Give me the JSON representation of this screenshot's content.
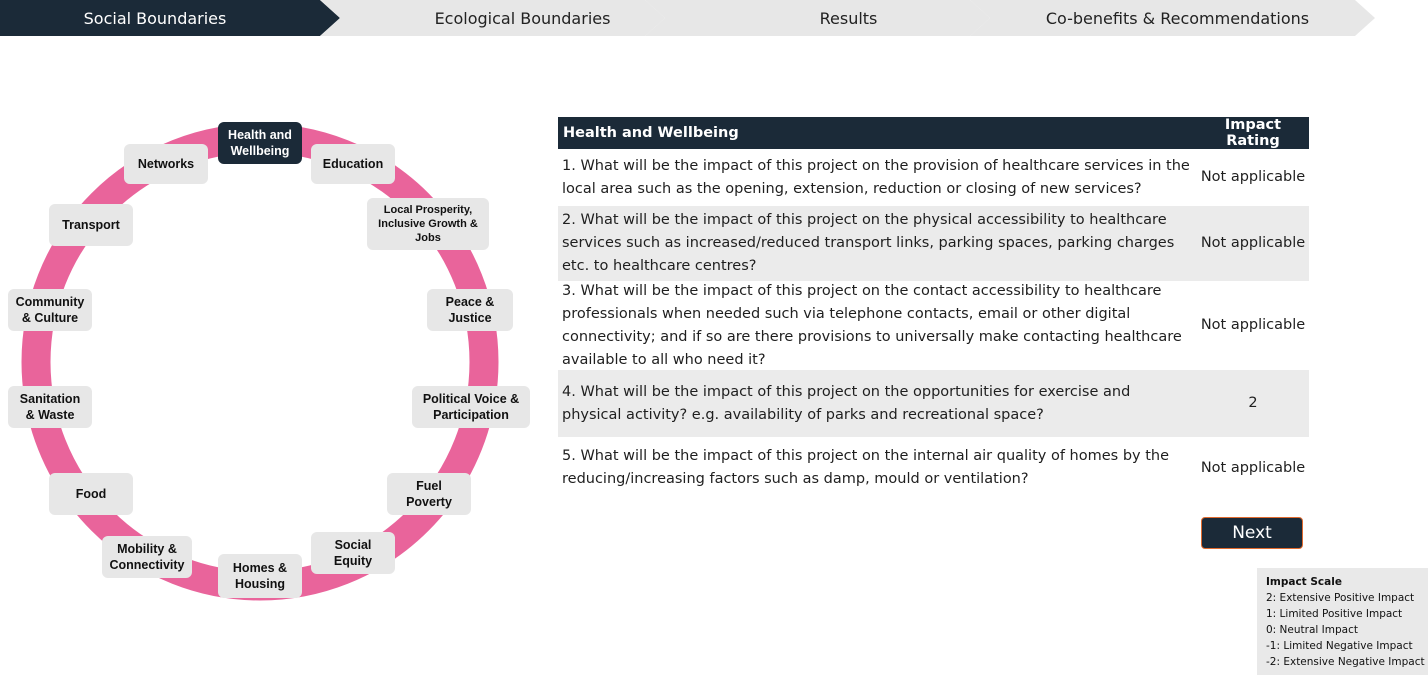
{
  "breadcrumbs": [
    {
      "label": "Social Boundaries",
      "active": true
    },
    {
      "label": "Ecological Boundaries",
      "active": false
    },
    {
      "label": "Results",
      "active": false
    },
    {
      "label": "Co-benefits & Recommendations",
      "active": false
    }
  ],
  "wheel": {
    "ring_color": "#e9649b",
    "active_color": "#1b2a38",
    "nodes": [
      {
        "label": "Health and\nWellbeing",
        "active": true
      },
      {
        "label": "Education"
      },
      {
        "label": "Local Prosperity,\nInclusive Growth &\nJobs"
      },
      {
        "label": "Peace &\nJustice"
      },
      {
        "label": "Political Voice &\nParticipation"
      },
      {
        "label": "Fuel\nPoverty"
      },
      {
        "label": "Social\nEquity"
      },
      {
        "label": "Homes &\nHousing"
      },
      {
        "label": "Mobility &\nConnectivity"
      },
      {
        "label": "Food"
      },
      {
        "label": "Sanitation\n& Waste"
      },
      {
        "label": "Community\n& Culture"
      },
      {
        "label": "Transport"
      },
      {
        "label": "Networks"
      }
    ]
  },
  "table": {
    "header_topic": "Health and Wellbeing",
    "header_rating": "Impact Rating",
    "rows": [
      {
        "question": "1. What will be the impact of this project on the provision of healthcare services in the local area such as the opening, extension, reduction or closing of new services?",
        "rating": "Not applicable"
      },
      {
        "question": "2. What will be the impact of this project on the physical accessibility to healthcare services such as increased/reduced transport links, parking spaces, parking charges etc. to healthcare centres?",
        "rating": "Not applicable"
      },
      {
        "question": "3. What will be the impact of this project on the contact accessibility to healthcare professionals when needed such via telephone contacts, email or other digital connectivity; and if so are there provisions to universally make contacting healthcare available to all who need it?",
        "rating": "Not applicable"
      },
      {
        "question": "4. What will be the impact of this project on the opportunities for exercise and physical activity? e.g. availability of parks and recreational space?",
        "rating": "2"
      },
      {
        "question": "5. What will be the impact of this project on the internal air quality of homes by the reducing/increasing factors such as damp, mould or ventilation?",
        "rating": "Not applicable"
      }
    ]
  },
  "next_label": "Next",
  "impact_scale": {
    "title": "Impact Scale",
    "items": [
      "2: Extensive Positive Impact",
      "1: Limited Positive Impact",
      "0: Neutral Impact",
      "-1: Limited Negative Impact",
      "-2: Extensive Negative Impact"
    ]
  }
}
